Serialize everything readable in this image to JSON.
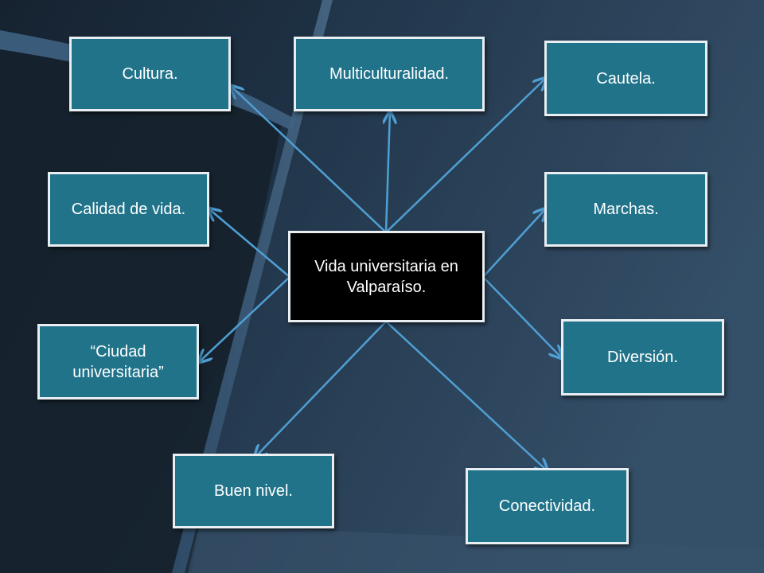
{
  "colors": {
    "node_fill": "#21738a",
    "center_fill": "#000000",
    "node_border": "#e9eef2",
    "arrow": "#4f9fd4",
    "background": "#22364a"
  },
  "center": {
    "label": "Vida universitaria en Valparaíso."
  },
  "nodes": [
    {
      "id": "cultura",
      "label": "Cultura."
    },
    {
      "id": "multiculturalidad",
      "label": "Multiculturalidad."
    },
    {
      "id": "cautela",
      "label": "Cautela."
    },
    {
      "id": "calidad-de-vida",
      "label": "Calidad de vida."
    },
    {
      "id": "marchas",
      "label": "Marchas."
    },
    {
      "id": "ciudad-universitaria",
      "label": "“Ciudad universitaria”"
    },
    {
      "id": "diversion",
      "label": "Diversión."
    },
    {
      "id": "buen-nivel",
      "label": "Buen nivel."
    },
    {
      "id": "conectividad",
      "label": "Conectividad."
    }
  ]
}
